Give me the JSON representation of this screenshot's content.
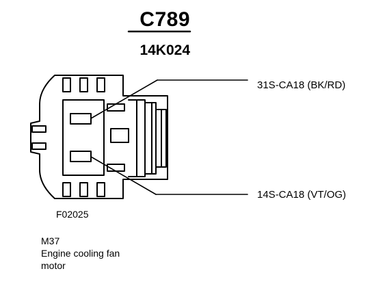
{
  "connector": {
    "id": "C789",
    "part_number": "14K024"
  },
  "wires": [
    {
      "circuit": "31S-CA18 (BK/RD)"
    },
    {
      "circuit": "14S-CA18 (VT/OG)"
    }
  ],
  "figure_code": "F02025",
  "component": {
    "code": "M37",
    "description_line1": "Engine cooling fan",
    "description_line2": "motor"
  }
}
